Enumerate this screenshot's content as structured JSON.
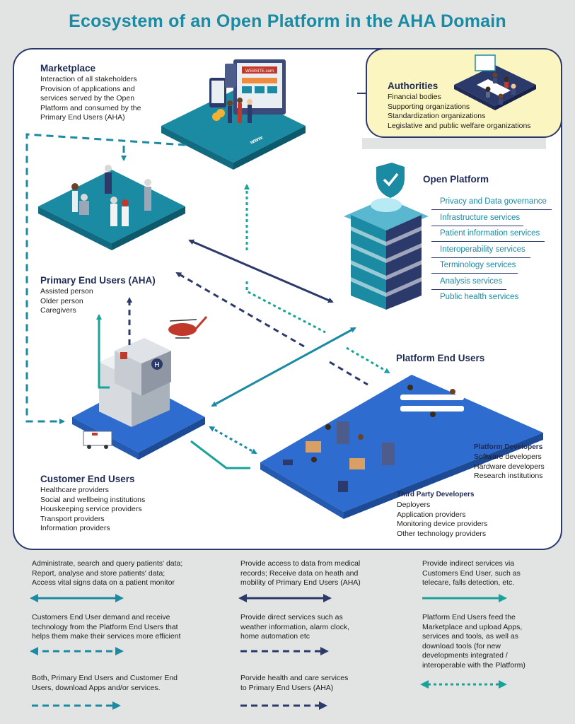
{
  "title": "Ecosystem of an Open Platform in the AHA Domain",
  "marketplace": {
    "heading": "Marketplace",
    "lines": [
      "Interaction of all stakeholders",
      "Provision of applications and",
      "services served by the Open",
      "Platform and consumed by the",
      "Primary End Users (AHA)"
    ],
    "sign_text": "WEBSITE.com",
    "www": "www"
  },
  "authorities": {
    "heading": "Authorities",
    "lines": [
      "Financial bodies",
      "Supporting organizations",
      "Standardization organizations",
      "Legislative and public welfare organizations"
    ]
  },
  "open_platform": {
    "heading": "Open Platform",
    "services": [
      "Privacy and Data governance",
      "Infrastructure services",
      "Patient information services",
      "Interoperability services",
      "Terminology services",
      "Analysis services",
      "Public health services"
    ]
  },
  "primary_end_users": {
    "heading": "Primary End Users (AHA)",
    "lines": [
      "Assisted person",
      "Older person",
      "Caregivers"
    ]
  },
  "platform_end_users": {
    "heading": "Platform End Users",
    "developers_heading": "Platform Developers",
    "developers": [
      "Software developers",
      "Hardware developers",
      "Research institutions"
    ],
    "third_party_heading": "Third Party Developers",
    "third_party": [
      "Deployers",
      "Application providers",
      "Monitoring device providers",
      "Other technology providers"
    ]
  },
  "customer_end_users": {
    "heading": "Customer End Users",
    "lines": [
      "Healthcare providers",
      "Social and wellbeing institutions",
      "Houskeeping service providers",
      "Transport providers",
      "Information providers"
    ]
  },
  "legend": [
    {
      "lines": [
        "Administrate, search and query patients' data;",
        "Report, analyse and store patients' data;",
        "Access vital signs data on a patient monitor"
      ],
      "style": "solid-double",
      "color": "#1a8ba3"
    },
    {
      "lines": [
        "Provide access to data from medical",
        "records; Receive data on heath and",
        "mobility of Primary End Users (AHA)"
      ],
      "style": "solid-double",
      "color": "#2b3a6b"
    },
    {
      "lines": [
        "Provide indirect services via",
        "Customers End User, such as",
        "telecare, falls detection, etc."
      ],
      "style": "solid-single",
      "color": "#17a39a"
    },
    {
      "lines": [
        "Customers End User demand and receive",
        "technology from the Platform End Users that",
        "helps them make their services more efficient"
      ],
      "style": "dashed-double",
      "color": "#1a8ba3"
    },
    {
      "lines": [
        "Provide direct services such as",
        "weather information, alarm clock,",
        "home automation etc"
      ],
      "style": "dashed-single",
      "color": "#2b3a6b"
    },
    {
      "lines": [
        "Platform End Users feed the",
        "Marketplace and upload Apps,",
        "services and tools, as well as",
        "download tools (for new",
        "developments integrated /",
        "interoperable with the Platform)"
      ],
      "style": "dotted-double",
      "color": "#17a39a"
    },
    {
      "lines": [
        "Both, Primary End Users and Customer End",
        "Users, download Apps and/or services."
      ],
      "style": "dashed-single",
      "color": "#1a8ba3"
    },
    {
      "lines": [
        "Porvide health and care services",
        "to Primary End Users (AHA)"
      ],
      "style": "dashed-single",
      "color": "#2b3a6b"
    }
  ],
  "colors": {
    "teal": "#1a8ba3",
    "navy": "#2b3a6b",
    "green": "#17a39a",
    "authorities_bg": "#fbf5c2"
  }
}
